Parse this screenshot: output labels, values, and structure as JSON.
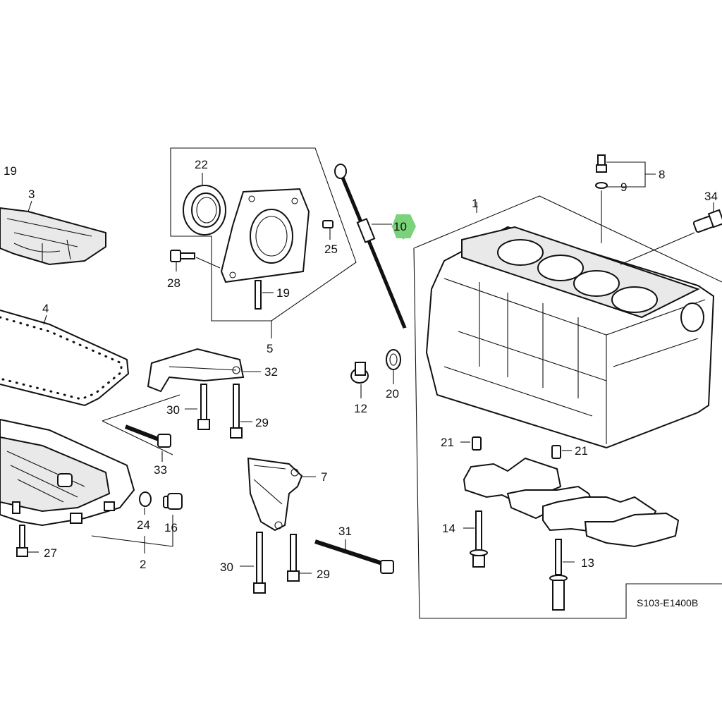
{
  "diagram": {
    "highlight_color": "#7ad37a",
    "line_color": "#111111",
    "background": "#ffffff",
    "figure_code": "S103-E1400B",
    "callouts": {
      "c1": "1",
      "c2": "2",
      "c3": "3",
      "c4": "4",
      "c5": "5",
      "c7": "7",
      "c8": "8",
      "c9": "9",
      "c10": "10",
      "c12": "12",
      "c13": "13",
      "c14": "14",
      "c16": "16",
      "c19a": "19",
      "c19b": "19",
      "c20": "20",
      "c21a": "21",
      "c21b": "21",
      "c22": "22",
      "c24": "24",
      "c25": "25",
      "c27": "27",
      "c28": "28",
      "c29a": "29",
      "c29b": "29",
      "c30a": "30",
      "c30b": "30",
      "c31": "31",
      "c32": "32",
      "c33": "33",
      "c34": "34"
    }
  }
}
